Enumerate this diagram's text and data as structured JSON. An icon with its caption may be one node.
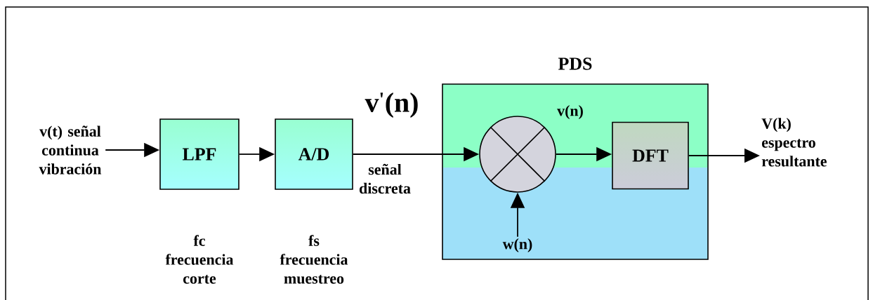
{
  "diagram": {
    "nodes": [
      {
        "text": [
          "v(t) señal continua vibración"
        ]
      },
      {
        "text": [
          "LPF"
        ],
        "beside": [
          "fc frecuencia corte"
        ]
      },
      {
        "text": [
          "A/D"
        ],
        "beside": [
          "fs frecuencia muestreo"
        ]
      },
      {
        "text": [
          "PDS"
        ]
      },
      {
        "text": [],
        "shape": "circle",
        "in": 3
      },
      {
        "text": [
          "DFT"
        ],
        "in": 3
      },
      {
        "text": [
          "w(n)"
        ],
        "in": 3
      },
      {
        "text": [
          "V(k) espectro resultante"
        ]
      }
    ],
    "edges": [
      {
        "from": 0,
        "to": 1,
        "arrow": "to"
      },
      {
        "from": 1,
        "to": 2,
        "arrow": "to"
      },
      {
        "from": 2,
        "to": 4,
        "arrow": "to",
        "label": "v$^{'}$(n)"
      },
      {
        "from": 4,
        "to": 5,
        "arrow": "to",
        "label": "v(n)"
      },
      {
        "from": 6,
        "to": 4,
        "arrow": "to"
      },
      {
        "from": 5,
        "to": 7,
        "arrow": "to"
      }
    ],
    "labels": [
      "señal discreta"
    ]
  }
}
